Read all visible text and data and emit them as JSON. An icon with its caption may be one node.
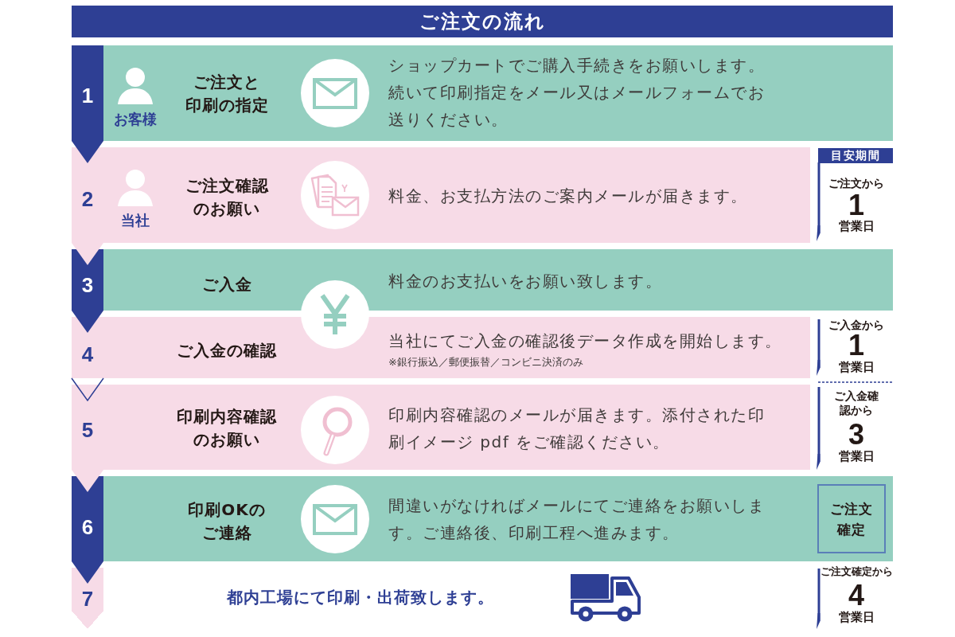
{
  "diagram": {
    "title": "ご注文の流れ",
    "nodes": [
      {
        "text": [
          "1",
          "お客様",
          "ご注文と印刷の指定",
          "ショップカートでご購入手続きをお願いします。続いて印刷指定をメール又はメールフォームでお送りください。"
        ]
      },
      {
        "text": [
          "2",
          "当社",
          "ご注文確認のお願い",
          "料金、お支払方法のご案内メールが届きます。"
        ],
        "beside": [
          "ご注文から",
          "1",
          "営業日"
        ]
      },
      {
        "text": [
          "3",
          "ご入金",
          "料金のお支払いをお願い致します。"
        ]
      },
      {
        "text": [
          "4",
          "ご入金の確認",
          "当社にてご入金の確認後データ作成を開始します。",
          "※銀行振込／郵便振替／コンビニ決済のみ"
        ],
        "beside": [
          "ご入金から",
          "1",
          "営業日"
        ]
      },
      {
        "text": [
          "5",
          "印刷内容確認のお願い",
          "印刷内容確認のメールが届きます。添付された印刷イメージ pdf をご確認ください。"
        ],
        "beside": [
          "ご入金確認から",
          "3",
          "営業日"
        ]
      },
      {
        "text": [
          "6",
          "印刷OKのご連絡",
          "間違いがなければメールにてご連絡をお願いします。ご連絡後、印刷工程へ進みます。"
        ]
      },
      {
        "text": [
          "ご注文確定"
        ],
        "in": 5
      },
      {
        "text": [
          "7",
          "都内工場にて印刷・出荷致します。"
        ],
        "beside": [
          "ご注文確定から",
          "4",
          "営業日"
        ]
      }
    ],
    "edges": [
      {
        "from": 0,
        "to": 1,
        "arrow": "to"
      },
      {
        "from": 1,
        "to": 2,
        "arrow": "to",
        "color": "#f7dbe7"
      },
      {
        "from": 2,
        "to": 3,
        "arrow": "to"
      },
      {
        "from": 3,
        "to": 4,
        "arrow": "to"
      },
      {
        "from": 4,
        "to": 5,
        "arrow": "to",
        "color": "#f7dbe7"
      },
      {
        "from": 5,
        "to": 7,
        "arrow": "to"
      }
    ],
    "labels": [
      "目安期間"
    ]
  }
}
